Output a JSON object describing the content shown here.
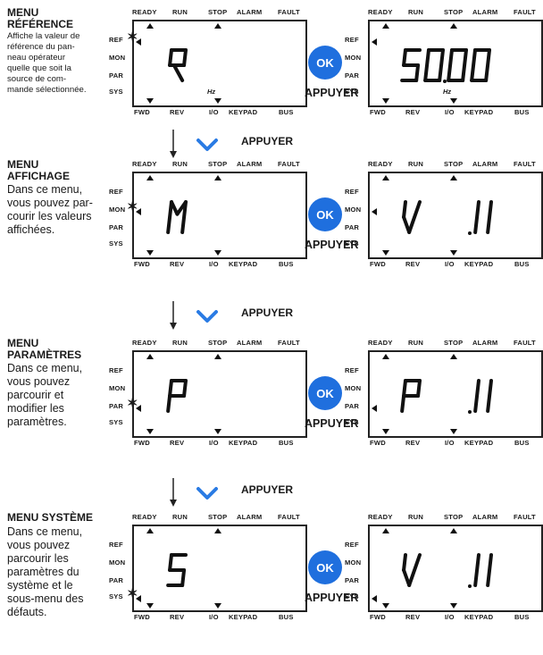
{
  "indicators": {
    "top": [
      "READY",
      "RUN",
      "STOP",
      "ALARM",
      "FAULT"
    ],
    "bottom": [
      "FWD",
      "REV",
      "I/O",
      "KEYPAD",
      "BUS"
    ],
    "side": [
      "REF",
      "MON",
      "PAR",
      "SYS"
    ]
  },
  "ok_label": "OK",
  "press_label": "APPUYER",
  "hz_label": "Hz",
  "flow_label": "APPUYER",
  "icons": {
    "flow_arrow": "down-arrow-icon",
    "flow_chevron": "chevron-down-icon",
    "ok": "ok-button-icon"
  },
  "colors": {
    "ok_button": "#1f6fde",
    "chevron": "#2a7be4",
    "lcd_border": "#222222"
  },
  "menus": [
    {
      "title_line1": "MENU",
      "title_line2": "RÉFÉRENCE",
      "description": [
        "Affiche la valeur de",
        "référence du pan-",
        "neau opérateur",
        "quelle que soit la",
        "source de com-",
        "mande sélectionnée."
      ],
      "left_display": "R",
      "right_display": "50.00",
      "active_side": "REF"
    },
    {
      "title_line1": "MENU",
      "title_line2": "AFFICHAGE",
      "description": [
        "Dans ce menu,",
        "vous pouvez par-",
        "courir les valeurs",
        "affichées."
      ],
      "left_display": "M",
      "right_display": "V 1.1",
      "active_side": "MON"
    },
    {
      "title_line1": "MENU",
      "title_line2": "PARAMÈTRES",
      "description": [
        "Dans ce menu,",
        "vous pouvez",
        "parcourir et",
        "modifier les",
        "paramètres."
      ],
      "left_display": "P",
      "right_display": "P 1.1",
      "active_side": "PAR"
    },
    {
      "title_line1": "MENU SYSTÈME",
      "title_line2": "",
      "description": [
        "Dans ce menu,",
        "vous pouvez",
        "parcourir les",
        "paramètres du",
        "système et le",
        "sous-menu des",
        "défauts."
      ],
      "left_display": "S",
      "right_display": "V 1.1",
      "active_side": "SYS"
    }
  ]
}
